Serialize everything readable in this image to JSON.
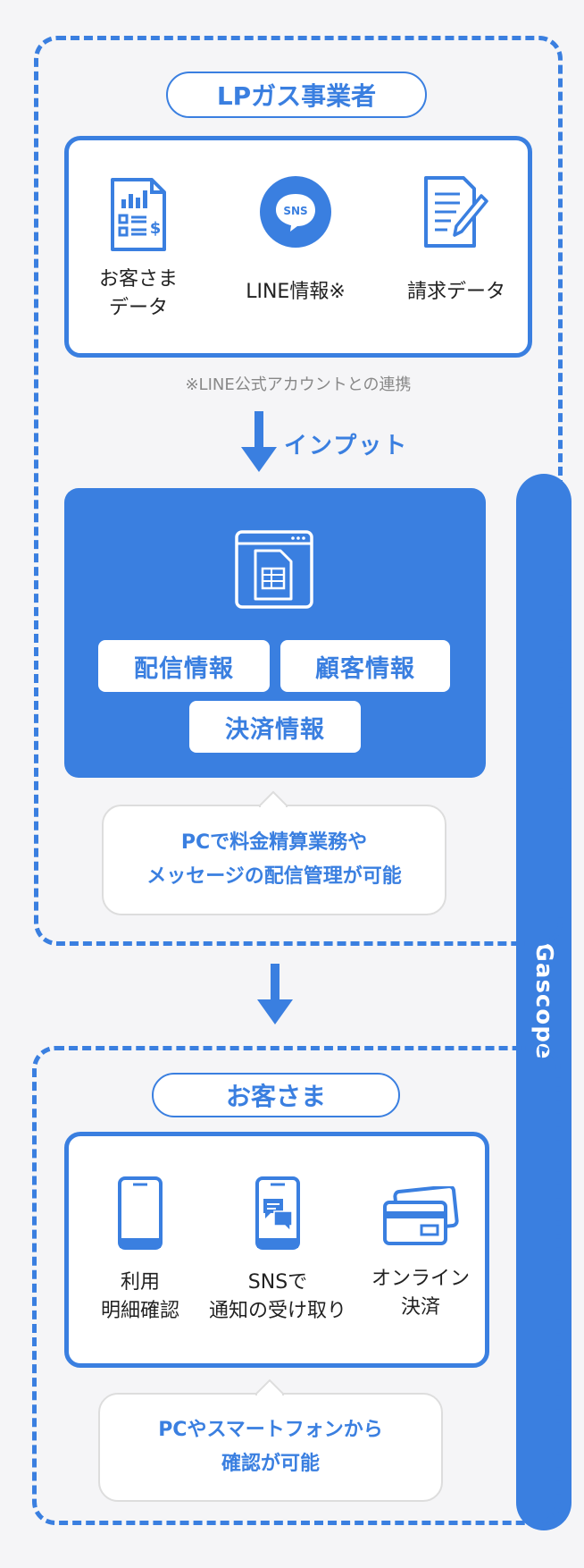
{
  "provider": {
    "title": "LPガス事業者",
    "items": [
      {
        "icon": "customer-data-icon",
        "label_line1": "お客さま",
        "label_line2": "データ"
      },
      {
        "icon": "sns-chat-icon",
        "icon_text": "SNS",
        "label_line1": "LINE情報※",
        "label_line2": ""
      },
      {
        "icon": "billing-document-icon",
        "label_line1": "請求データ",
        "label_line2": ""
      }
    ],
    "note": "※LINE公式アカウントとの連携"
  },
  "input_label": "インプット",
  "system": {
    "icon": "spreadsheet-window-icon",
    "tags": [
      "配信情報",
      "顧客情報",
      "決済情報"
    ],
    "bubble_line1": "PCで料金精算業務や",
    "bubble_line2": "メッセージの配信管理が可能"
  },
  "gascope_label": "Gascope",
  "customer": {
    "title": "お客さま",
    "items": [
      {
        "icon": "smartphone-icon",
        "label_line1": "利用",
        "label_line2": "明細確認"
      },
      {
        "icon": "smartphone-chat-icon",
        "label_line1": "SNSで",
        "label_line2": "通知の受け取り"
      },
      {
        "icon": "credit-card-icon",
        "label_line1": "オンライン",
        "label_line2": "決済"
      }
    ],
    "bubble_line1": "PCやスマートフォンから",
    "bubble_line2": "確認が可能"
  },
  "colors": {
    "accent": "#3a7fe0",
    "background": "#f5f5f7",
    "text": "#222222",
    "muted": "#888888"
  }
}
